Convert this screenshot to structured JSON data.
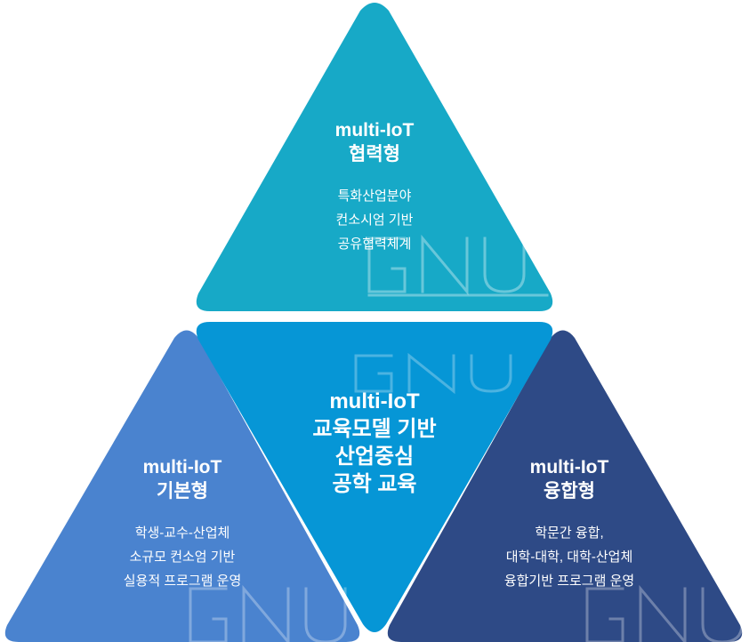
{
  "colors": {
    "top": "#17a9c7",
    "center": "#0696d6",
    "left": "#4a83cf",
    "right": "#2e4a86"
  },
  "watermark_text": "GNU",
  "top": {
    "title": [
      "multi-IoT",
      "협력형"
    ],
    "desc": [
      "특화산업분야",
      "컨소시엄 기반",
      "공유협력체계"
    ]
  },
  "center": {
    "title": [
      "multi-IoT",
      "교육모델 기반",
      "산업중심",
      "공학 교육"
    ]
  },
  "left": {
    "title": [
      "multi-IoT",
      "기본형"
    ],
    "desc": [
      "학생-교수-산업체",
      "소규모 컨소엄 기반",
      "실용적 프로그램 운영"
    ]
  },
  "right": {
    "title": [
      "multi-IoT",
      "융합형"
    ],
    "desc": [
      "학문간 융합,",
      "대학-대학, 대학-산업체",
      "융합기반 프로그램 운영"
    ]
  }
}
